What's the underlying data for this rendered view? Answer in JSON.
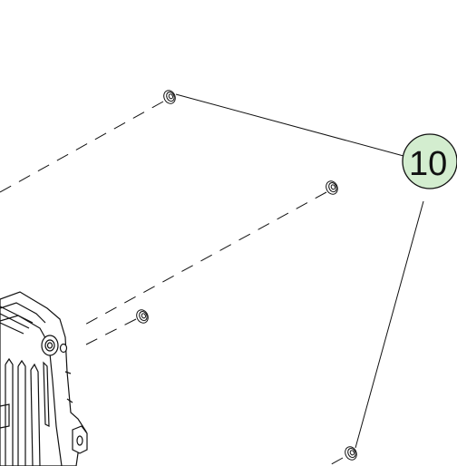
{
  "diagram": {
    "kind": "exploded-assembly-drawing",
    "callouts": [
      {
        "label": "10",
        "part": "flange-nut"
      }
    ],
    "colors": {
      "line": "#111111",
      "callout_fill": "#d3edcf",
      "background": "#ffffff"
    }
  }
}
